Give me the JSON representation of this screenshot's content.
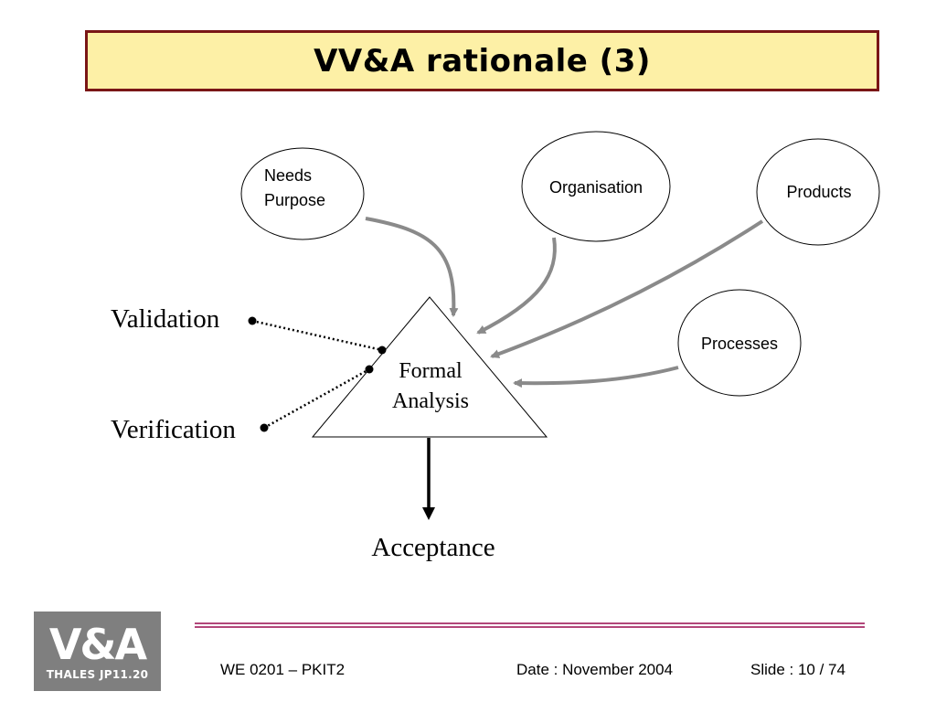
{
  "slide": {
    "title": "VV&A rationale (3)"
  },
  "diagram": {
    "nodes": {
      "needs_line1": "Needs",
      "needs_line2": "Purpose",
      "organisation": "Organisation",
      "products": "Products",
      "processes": "Processes",
      "formal_line1": "Formal",
      "formal_line2": "Analysis"
    },
    "labels": {
      "validation": "Validation",
      "verification": "Verification",
      "acceptance": "Acceptance"
    }
  },
  "logo": {
    "mark": "V&A",
    "subtitle": "THALES JP11.20"
  },
  "footer": {
    "left": "WE 0201 – PKIT2",
    "center": "Date : November 2004",
    "right": "Slide : 10 / 74"
  }
}
